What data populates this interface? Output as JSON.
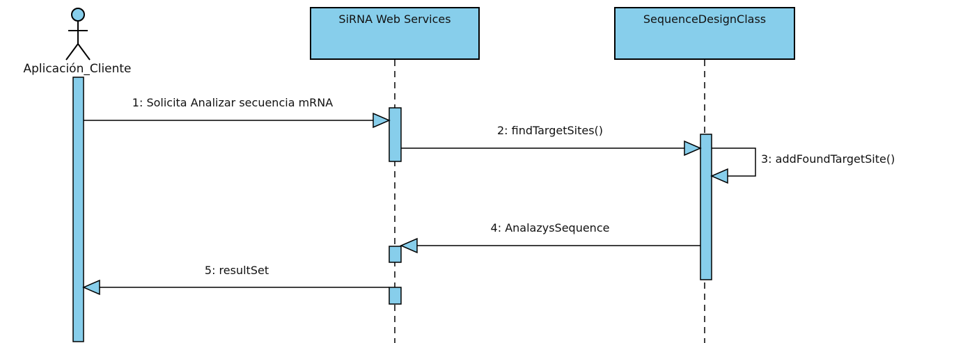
{
  "actor": {
    "name": "Aplicación_Cliente"
  },
  "lifelines": [
    {
      "name": "SiRNA Web Services"
    },
    {
      "name": "SequenceDesignClass"
    }
  ],
  "messages": [
    {
      "label": "1: Solicita Analizar secuencia mRNA"
    },
    {
      "label": "2: findTargetSites()"
    },
    {
      "label": "3: addFoundTargetSite()"
    },
    {
      "label": "4: AnalazysSequence"
    },
    {
      "label": "5: resultSet"
    }
  ],
  "colors": {
    "fill": "#87ceeb",
    "stroke": "#000000",
    "background": "#ffffff"
  }
}
